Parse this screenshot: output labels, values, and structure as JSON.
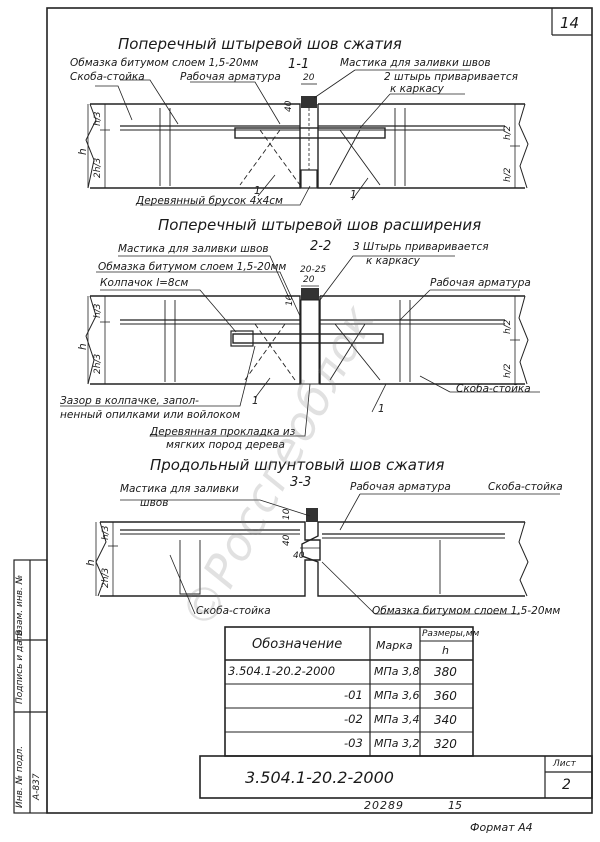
{
  "sheet_number_top": "14",
  "sections": {
    "s1": {
      "title": "Поперечный штыревой шов сжатия",
      "cut": "1-1",
      "labels": {
        "coating": "Обмазка битумом слоем 1,5-20мм",
        "post": "Скоба-стойка",
        "rebar": "Рабочая арматура",
        "mastic": "Мастика для заливки швов",
        "pin": "2 штырь приваривается",
        "pin2": "к каркасу",
        "bar": "Деревянный брусок 4х4см",
        "dim20": "20",
        "dim40": "40",
        "h": "h",
        "h3": "h/3",
        "h23": "2h/3",
        "h2": "h/2",
        "h2b": "h/2",
        "call1": "1",
        "call1b": "1"
      }
    },
    "s2": {
      "title": "Поперечный штыревой шов расширения",
      "cut": "2-2",
      "labels": {
        "mastic": "Мастика для заливки швов",
        "pin": "3 Штырь приваривается",
        "pin2": "к каркасу",
        "coating": "Обмазка битумом слоем 1,5-20мм",
        "rebar": "Рабочая арматура",
        "cap": "Колпачок l=8см",
        "dim2025": "20-25",
        "dim20": "20",
        "dim10": "10",
        "h": "h",
        "h3": "h/3",
        "h23": "2h/3",
        "h2": "h/2",
        "h2b": "h/2",
        "post": "Скоба-стойка",
        "gap1": "Зазор в колпачке, запол-",
        "gap2": "ненный опилками или войлоком",
        "wood1": "Деревянная прокладка из",
        "wood2": "мягких пород дерева",
        "call1": "1",
        "call1b": "1"
      }
    },
    "s3": {
      "title": "Продольный шпунтовый шов сжатия",
      "cut": "3-3",
      "labels": {
        "mastic": "Мастика для заливки",
        "mastic2": "швов",
        "rebar": "Рабочая арматура",
        "post": "Скоба-стойка",
        "dim10": "10",
        "dim40": "40",
        "dim40b": "40",
        "h": "h",
        "h3": "h/3",
        "h23": "2h/3",
        "post_bottom": "Скоба-стойка",
        "coating": "Обмазка битумом слоем 1,5-20мм"
      }
    }
  },
  "table": {
    "headers": {
      "designation": "Обозначение",
      "mark": "Марка",
      "dims": "Размеры,мм",
      "h": "h"
    },
    "rows": [
      {
        "designation": "3.504.1-20.2-2000",
        "mark": "МПа 3,8",
        "h": "380"
      },
      {
        "designation": "-01",
        "mark": "МПа 3,6",
        "h": "360"
      },
      {
        "designation": "-02",
        "mark": "МПа 3,4",
        "h": "340"
      },
      {
        "designation": "-03",
        "mark": "МПа 3,2",
        "h": "320"
      }
    ]
  },
  "stamp": {
    "code": "3.504.1-20.2-2000",
    "sheet_label": "Лист",
    "sheet_number": "2"
  },
  "side_columns": {
    "inv_orig": "Инв. № подл.",
    "sign_date": "Подпись и дата",
    "replace_inv": "Взам. инв. №",
    "code": "А-837"
  },
  "footer": {
    "doc_number": "20289",
    "page": "15",
    "format": "Формат А4"
  },
  "watermark": "©Россгеоблок"
}
